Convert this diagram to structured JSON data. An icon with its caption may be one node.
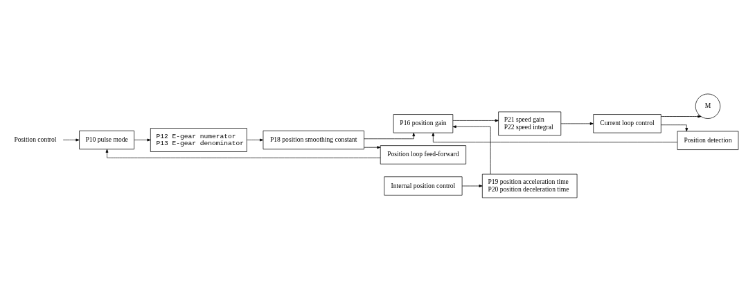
{
  "diagram": {
    "nodes": [
      {
        "text": [
          "Position control"
        ]
      },
      {
        "text": [
          "P10 pulse mode"
        ]
      },
      {
        "text": [
          "P12 E-gear numerator",
          "P13 E-gear denominator"
        ]
      },
      {
        "text": [
          "P18 position smoothing constant"
        ]
      },
      {
        "text": [
          "P16 position gain"
        ]
      },
      {
        "text": [
          "P21 speed gain",
          "P22 speed integral"
        ]
      },
      {
        "text": [
          "Current loop control"
        ]
      },
      {
        "text": [
          "M"
        ]
      },
      {
        "text": [
          "Position detection"
        ]
      },
      {
        "text": [
          "Position loop feed-forward"
        ]
      },
      {
        "text": [
          "Internal position control"
        ]
      },
      {
        "text": [
          "P19 position acceleration time",
          "P20 position deceleration time"
        ]
      }
    ],
    "edges": [
      {
        "from": 0,
        "to": 1,
        "arrow": "to"
      },
      {
        "from": 1,
        "to": 2,
        "arrow": "to"
      },
      {
        "from": 2,
        "to": 3,
        "arrow": "to"
      },
      {
        "from": 3,
        "to": 4,
        "arrow": "to"
      },
      {
        "from": 4,
        "to": 5,
        "arrow": "to"
      },
      {
        "from": 5,
        "to": 6,
        "arrow": "to"
      },
      {
        "from": 6,
        "to": 7,
        "arrow": "to"
      },
      {
        "from": 6,
        "to": 8,
        "arrow": "to"
      },
      {
        "from": 8,
        "to": 4,
        "arrow": "to"
      },
      {
        "from": 3,
        "to": 9,
        "arrow": "to"
      },
      {
        "from": 9,
        "to": 1,
        "arrow": "to"
      },
      {
        "from": 10,
        "to": 11,
        "arrow": "to"
      },
      {
        "from": 11,
        "to": 4,
        "arrow": "to"
      }
    ]
  }
}
